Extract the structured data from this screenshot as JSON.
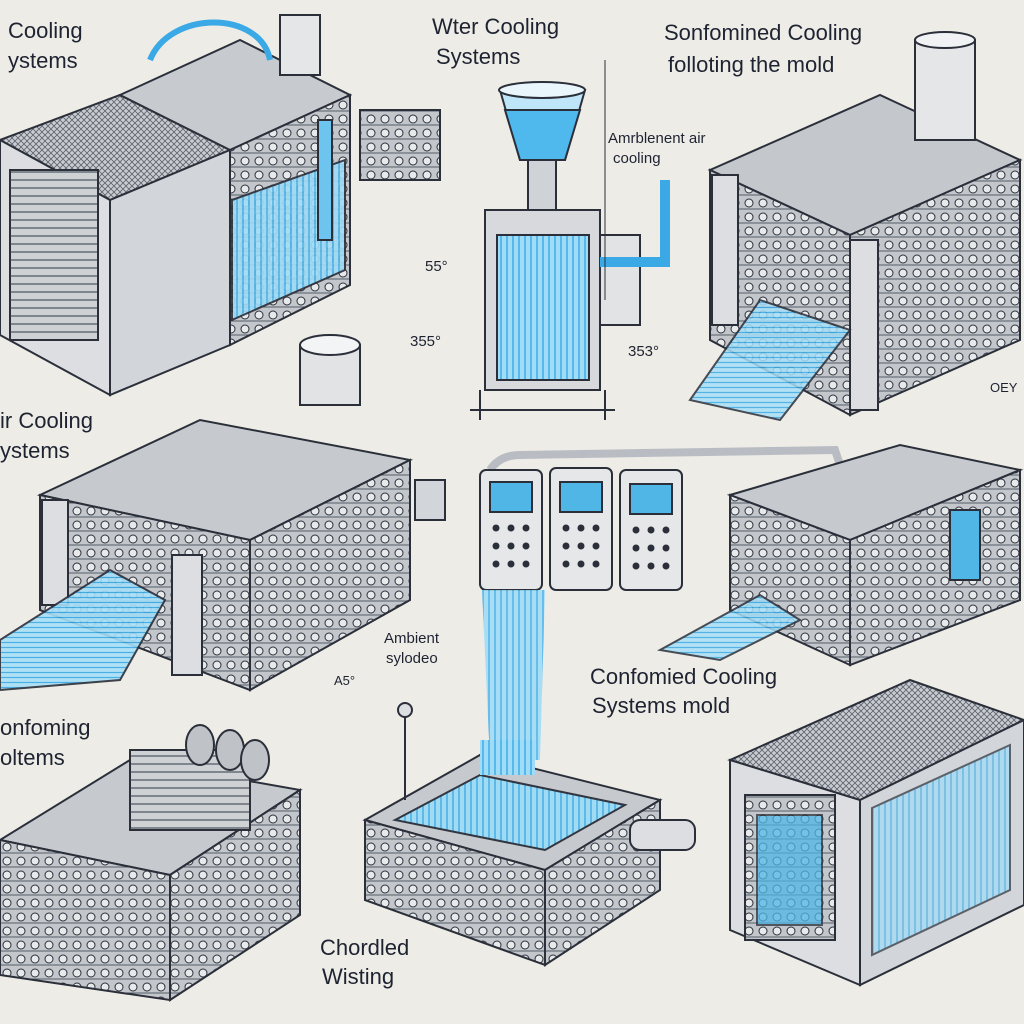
{
  "labels": {
    "tl_line1": "Cooling",
    "tl_line2": "ystems",
    "tc_line1": "Wter Cooling",
    "tc_line2": "Systems",
    "tr_line1": "Sonfomined Cooling",
    "tr_line2": "folloting the mold",
    "ambient_line1": "Amrblenent air",
    "ambient_line2": "cooling",
    "temp_top": "55°",
    "temp_left": "355°",
    "temp_right": "353°",
    "ml_line1": "ir Cooling",
    "ml_line2": "ystems",
    "amb2_line1": "Ambient",
    "amb2_line2": "sylodeo",
    "small_a": "A5°",
    "cr_line1": "Confomied Cooling",
    "cr_line2": "Systems mold",
    "bl_line1": "onfoming",
    "bl_line2": "oltems",
    "bc_line1": "Chordled",
    "bc_line2": "Wisting",
    "corner": "OEY"
  },
  "colors": {
    "background": "#eeece6",
    "metal": "#d9dbde",
    "stroke": "#2a2f3a",
    "water": "#4fb8ec",
    "water_light": "#9fdcf7",
    "screen": "#4fb6e6"
  },
  "icons": [
    "machine-illustration",
    "water-funnel-icon",
    "control-panel-icon",
    "water-stream-icon"
  ]
}
